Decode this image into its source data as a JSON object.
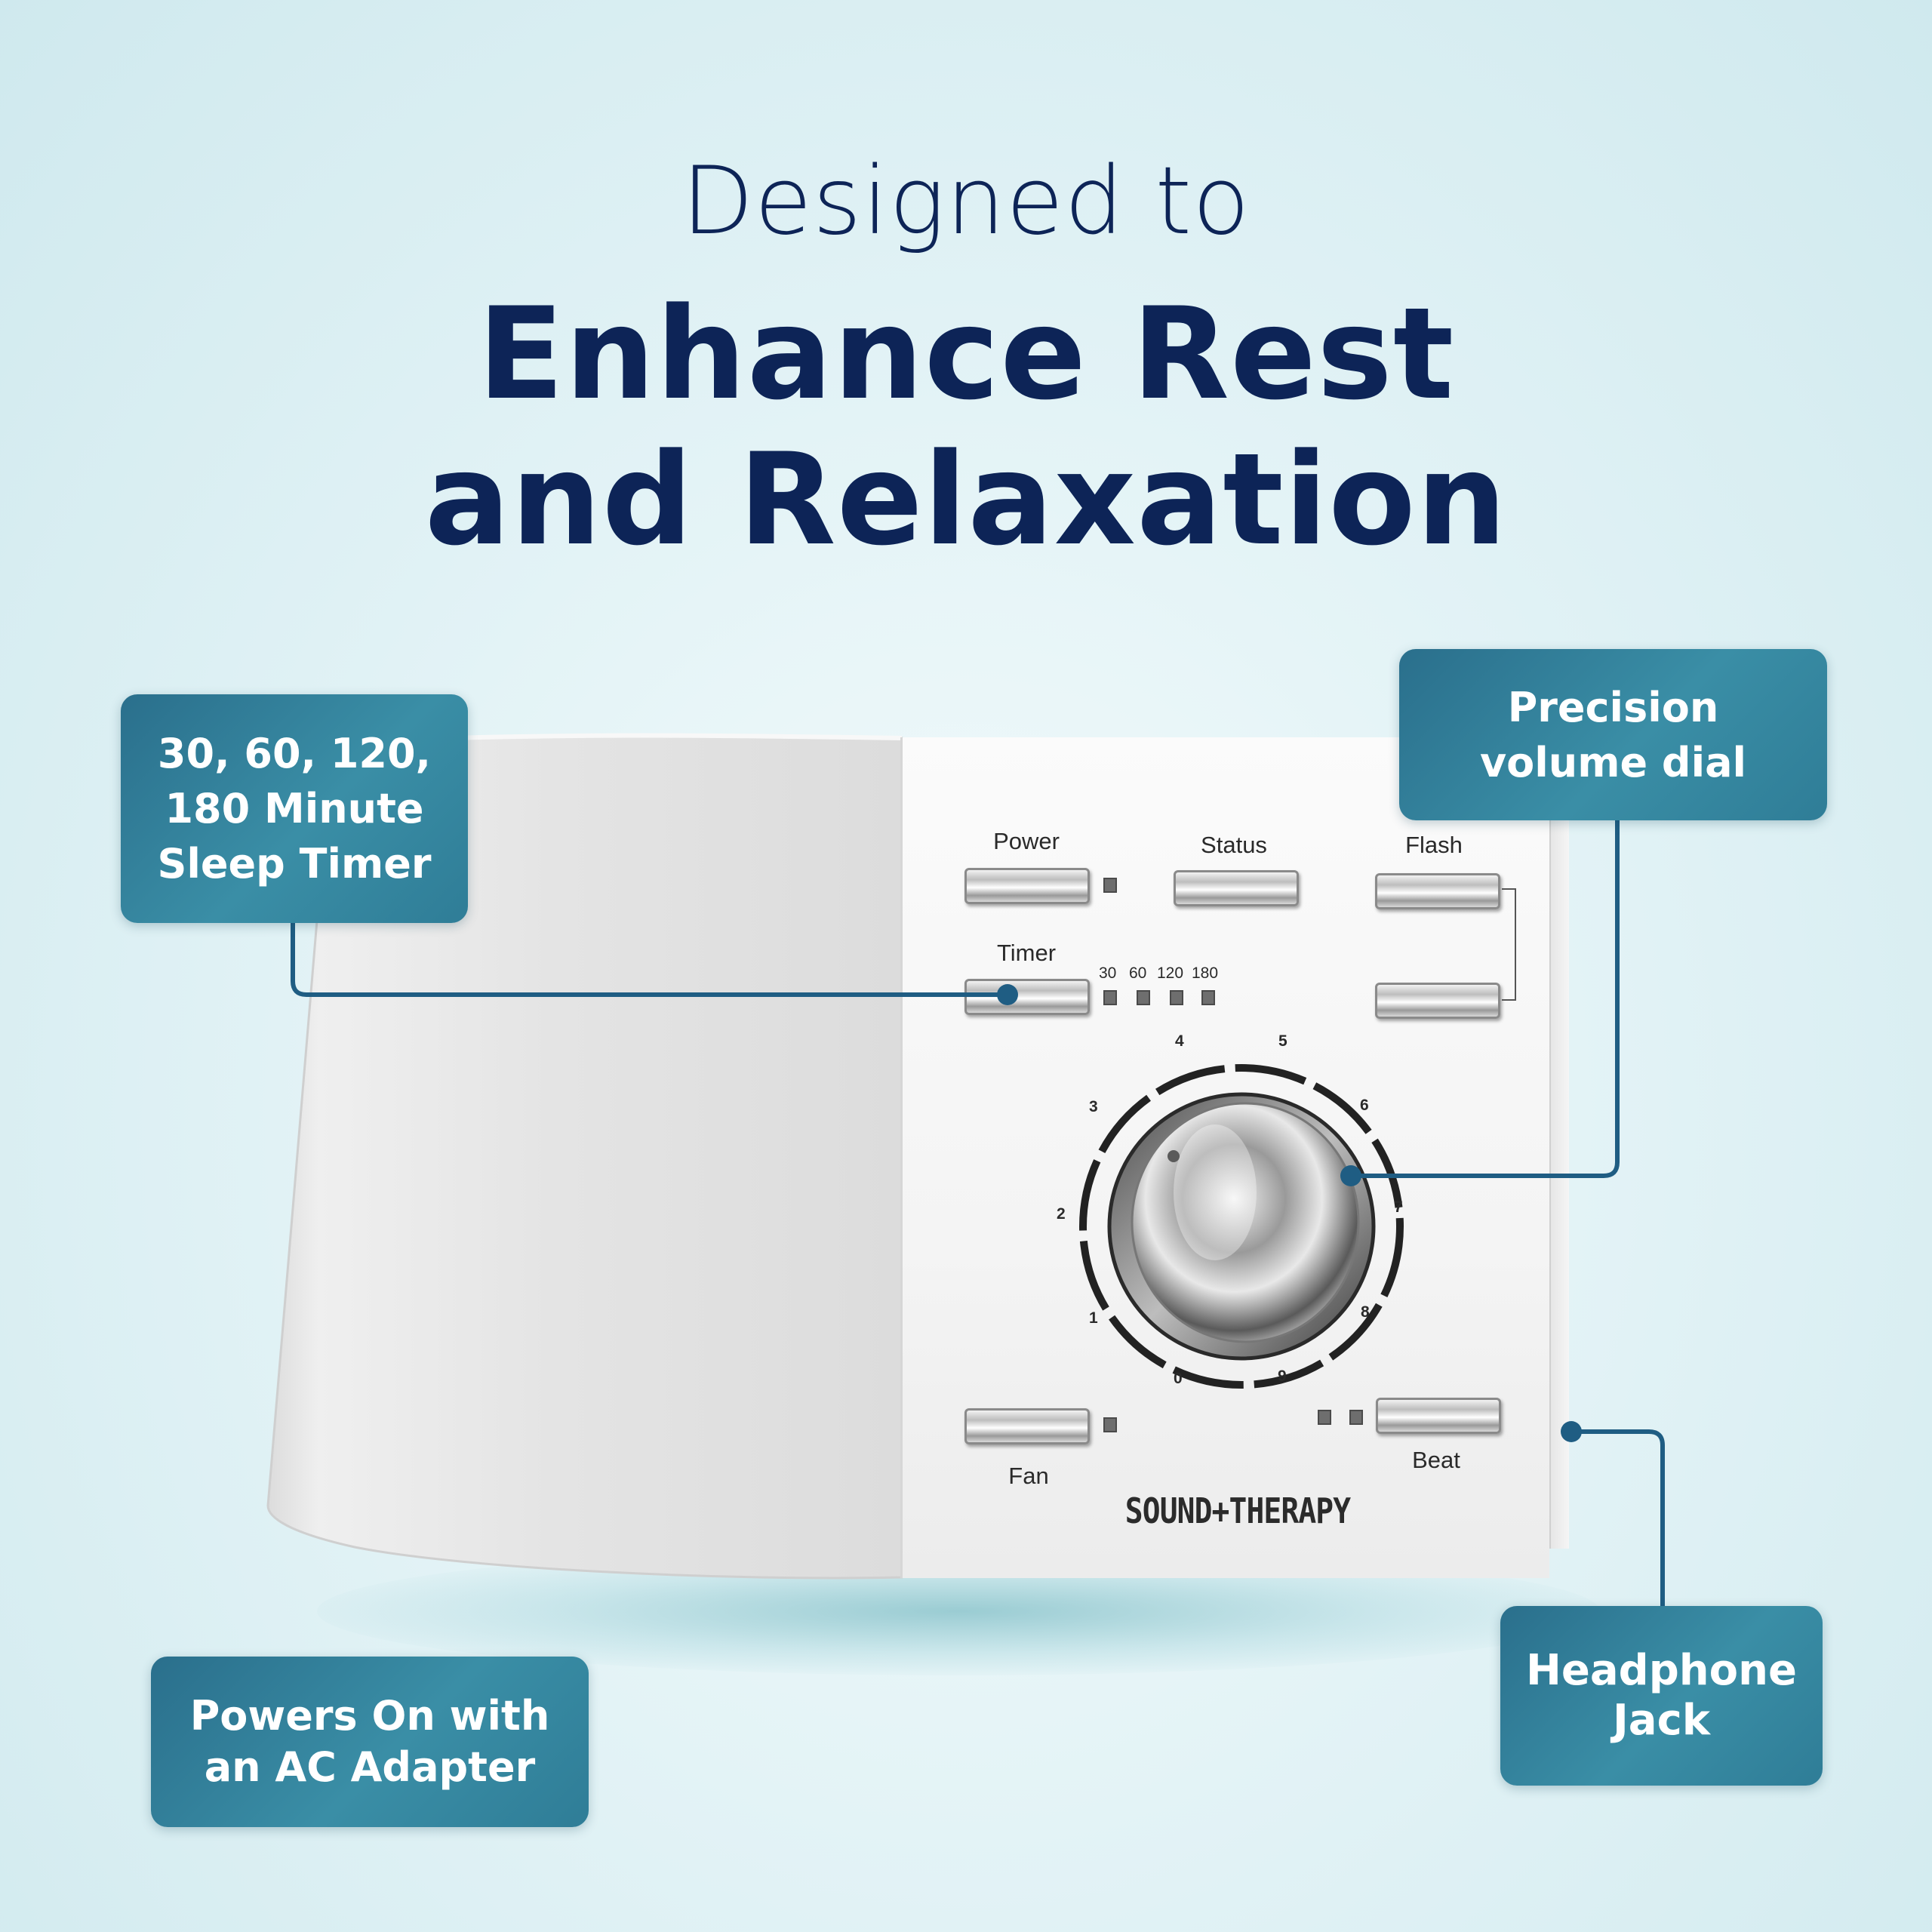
{
  "headline": {
    "subtitle": "Designed to",
    "title_line1": "Enhance Rest",
    "title_line2": "and Relaxation"
  },
  "device": {
    "brand": "SOUND+THERAPY",
    "buttons": {
      "power": "Power",
      "status": "Status",
      "flash": "Flash",
      "timer": "Timer",
      "fan": "Fan",
      "beat": "Beat"
    },
    "timer_options": [
      "30",
      "60",
      "120",
      "180"
    ],
    "dial_marks": [
      "0",
      "1",
      "2",
      "3",
      "4",
      "5",
      "6",
      "7",
      "8",
      "9"
    ]
  },
  "callouts": {
    "timer": [
      "30, 60, 120,",
      "180 Minute",
      "Sleep Timer"
    ],
    "dial": [
      "Precision",
      "volume dial"
    ],
    "jack": [
      "Headphone",
      "Jack"
    ],
    "ac": [
      "Powers On with",
      "an AC Adapter"
    ]
  },
  "colors": {
    "headline": "#0d2457",
    "callout": "#2f7d97",
    "connector": "#1f5d83"
  }
}
